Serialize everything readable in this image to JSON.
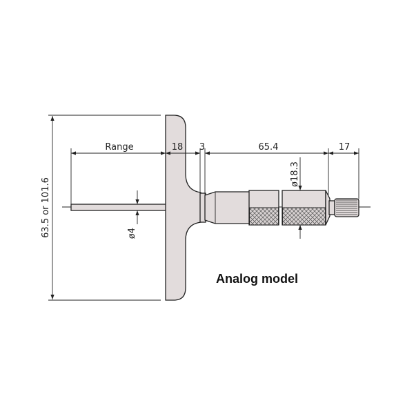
{
  "drawing": {
    "caption": "Analog model",
    "dimensions": {
      "range": "Range",
      "base_width": "18",
      "neck": "3",
      "sleeve_length": "65.4",
      "ratchet_length": "17",
      "thimble_diameter": "ø18.3",
      "rod_diameter": "ø4",
      "base_height": "63.5 or 101.6"
    },
    "colors": {
      "body_fill": "#e2dcdc",
      "line": "#222222"
    }
  }
}
